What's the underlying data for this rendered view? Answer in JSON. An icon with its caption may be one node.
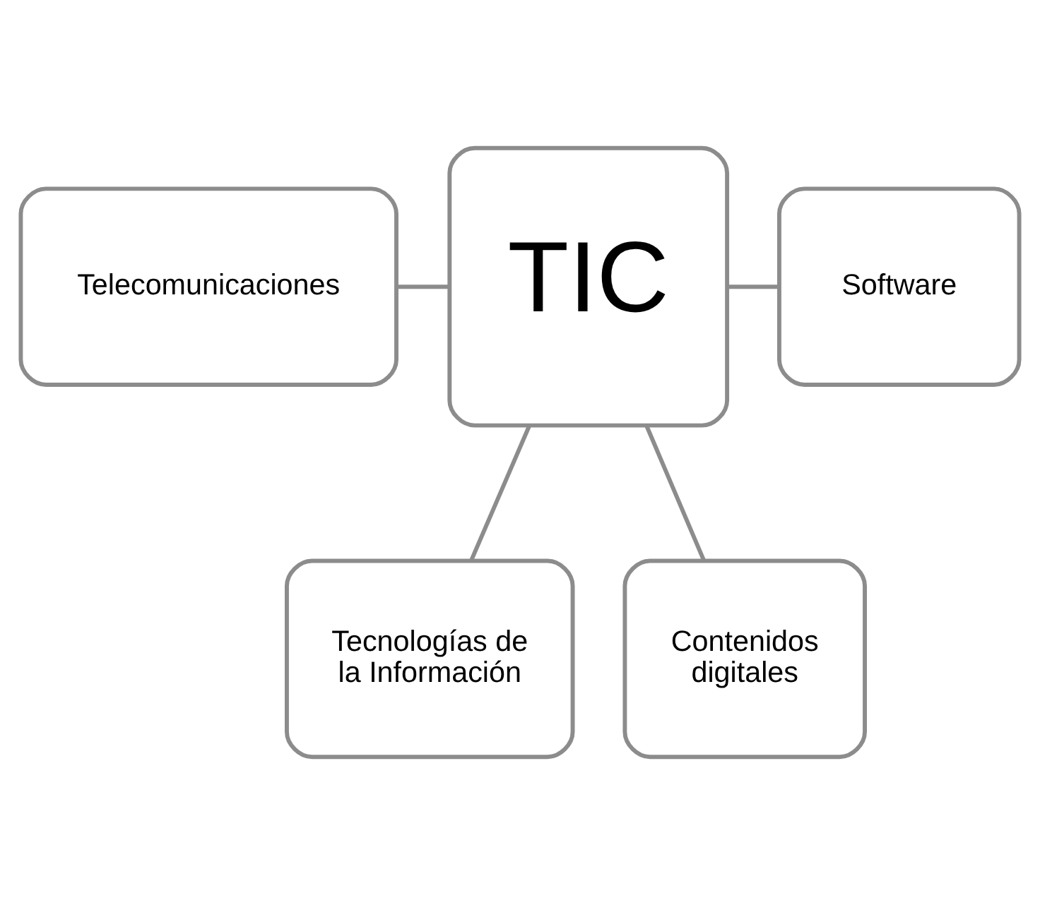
{
  "diagram": {
    "nodes": [
      {
        "text": [
          "Tecnologías de la Información"
        ]
      },
      {
        "text": [
          "Telecomunicaciones"
        ]
      },
      {
        "text": [
          "TIC"
        ]
      },
      {
        "text": [
          "Software"
        ]
      },
      {
        "text": [
          "Contenidos digitales"
        ]
      }
    ],
    "edges": [
      {
        "from": 2,
        "to": 0,
        "arrow": "none"
      },
      {
        "from": 2,
        "to": 1,
        "arrow": "none"
      },
      {
        "from": 2,
        "to": 3,
        "arrow": "none"
      },
      {
        "from": 2,
        "to": 4,
        "arrow": "none"
      }
    ]
  }
}
